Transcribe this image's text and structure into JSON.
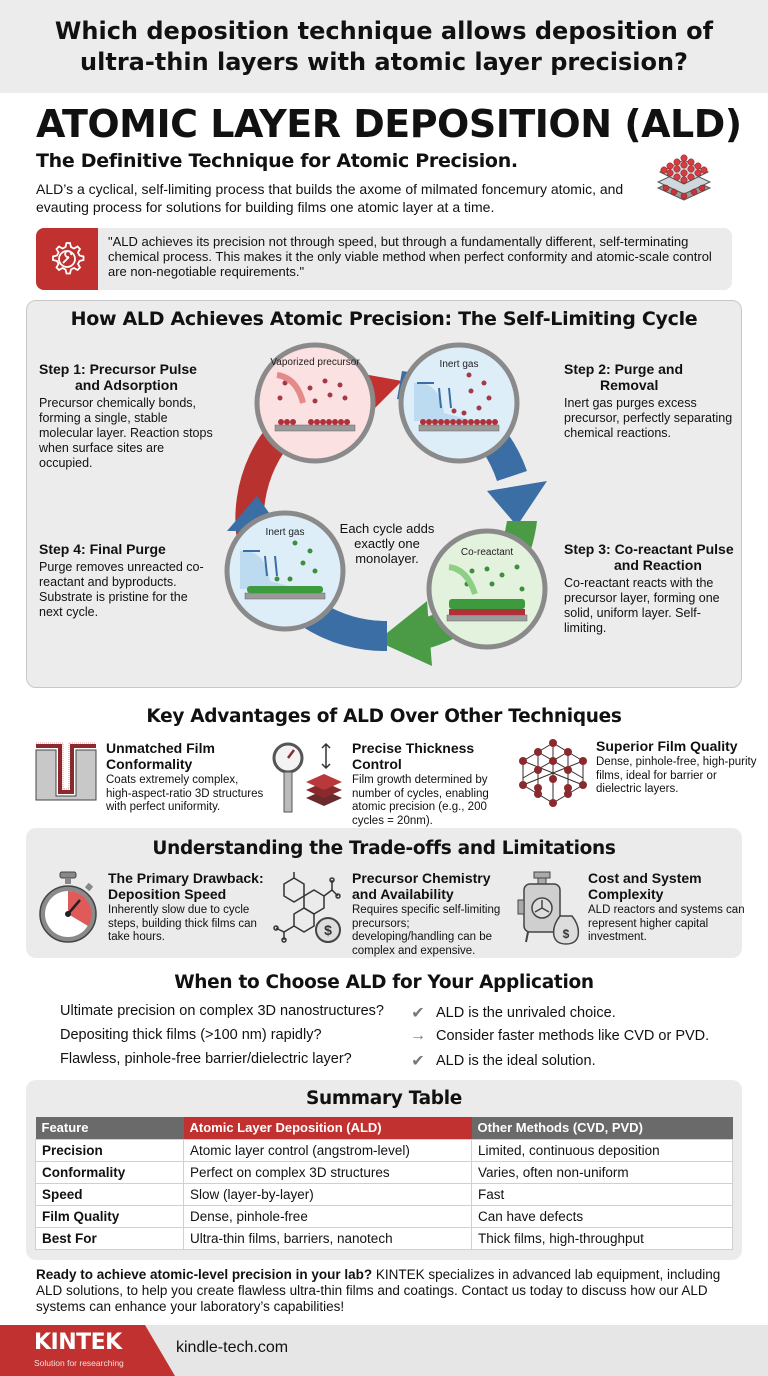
{
  "question": "Which deposition technique allows deposition of ultra-thin layers with atomic layer precision?",
  "header": {
    "title": "ATOMIC LAYER DEPOSITION (ALD)",
    "subtitle": "The Definitive Technique for Atomic Precision.",
    "intro": "ALD’s a cyclical, self-limiting process that builds the axome of milmated foncemury atomic, and evauting process for solutions for building films one atomic layer at a time.",
    "hero_icon": "atomic-layer-stack-icon"
  },
  "quote": {
    "icon": "gear-wrench-icon",
    "text": "\"ALD achieves its precision not through speed, but through a fundamentally different, self-terminating chemical process. This makes it the only viable method when perfect conformity and atomic-scale control are non-negotiable requirements.\""
  },
  "cycle": {
    "title": "How ALD Achieves Atomic Precision: The Self-Limiting Cycle",
    "center_text": "Each cycle adds exactly one monolayer.",
    "steps": [
      {
        "title_a": "Step 1: Precursor Pulse",
        "title_b": "and Adsorption",
        "text": "Precursor chemically bonds, forming a single, stable molecular layer. Reaction stops when surface sites are occupied.",
        "circle_label": "Vaporized precursor"
      },
      {
        "title_a": "Step 2: Purge and",
        "title_b": "Removal",
        "text": "Inert gas purges excess precursor, perfectly separating chemical reactions.",
        "circle_label": "Inert gas"
      },
      {
        "title_a": "Step 3: Co-reactant Pulse",
        "title_b": "and Reaction",
        "text": "Co-reactant reacts with the precursor layer, forming one solid, uniform layer. Self-limiting.",
        "circle_label": "Co-reactant"
      },
      {
        "title_a": "Step 4: Final Purge",
        "title_b": "",
        "text": "Purge removes unreacted co-reactant and byproducts. Substrate is pristine for the next cycle.",
        "circle_label": "Inert gas"
      }
    ],
    "colors": {
      "red": "#c0312f",
      "blue": "#3a6ea5",
      "green": "#4a9a46"
    }
  },
  "advantages": {
    "title": "Key Advantages of ALD Over Other Techniques",
    "items": [
      {
        "icon": "trench-conformal-coating-icon",
        "title": "Unmatched Film Conformality",
        "text": "Coats extremely complex, high-aspect-ratio 3D structures with perfect uniformity."
      },
      {
        "icon": "thickness-gauge-icon",
        "title": "Precise Thickness Control",
        "text": "Film growth determined by number of cycles, enabling atomic precision (e.g., 200 cycles = 20nm)."
      },
      {
        "icon": "lattice-network-icon",
        "title": "Superior Film Quality",
        "text": "Dense, pinhole-free, high-purity films, ideal for barrier or dielectric layers."
      }
    ]
  },
  "tradeoffs": {
    "title": "Understanding the Trade-offs and Limitations",
    "items": [
      {
        "icon": "stopwatch-icon",
        "title": "The Primary Drawback: Deposition Speed",
        "text": "Inherently slow due to cycle steps, building thick films can take hours."
      },
      {
        "icon": "molecule-cost-icon",
        "title": "Precursor Chemistry and Availability",
        "text": "Requires specific self-limiting precursors; developing/handling can be complex and expensive."
      },
      {
        "icon": "reactor-money-bag-icon",
        "title": "Cost and System Complexity",
        "text": "ALD reactors and systems can represent higher capital investment."
      }
    ]
  },
  "choose": {
    "title": "When to Choose ALD for Your Application",
    "rows": [
      {
        "question": "Ultimate precision on complex 3D nanostructures?",
        "icon": "check-circle-icon",
        "answer": "ALD is the unrivaled choice."
      },
      {
        "question": "Depositing thick films (>100 nm) rapidly?",
        "icon": "arrow-right-icon",
        "answer": "Consider faster methods like CVD or PVD."
      },
      {
        "question": "Flawless, pinhole-free barrier/dielectric layer?",
        "icon": "check-circle-icon",
        "answer": "ALD is the ideal solution."
      }
    ]
  },
  "summary": {
    "title": "Summary Table",
    "headers": [
      "Feature",
      "Atomic Layer Deposition (ALD)",
      "Other Methods (CVD, PVD)"
    ],
    "rows": [
      [
        "Precision",
        "Atomic layer control (angstrom-level)",
        "Limited, continuous deposition"
      ],
      [
        "Conformality",
        "Perfect on complex 3D structures",
        "Varies, often non-uniform"
      ],
      [
        "Speed",
        "Slow (layer-by-layer)",
        "Fast"
      ],
      [
        "Film Quality",
        "Dense, pinhole-free",
        "Can have defects"
      ],
      [
        "Best For",
        "Ultra-thin films, barriers, nanotech",
        "Thick films, high-throughput"
      ]
    ]
  },
  "cta": {
    "bold": "Ready to achieve atomic-level precision in your lab?",
    "text": " KINTEK specializes in advanced lab equipment, including ALD solutions, to help you create flawless ultra-thin films and coatings. Contact us today to discuss how our ALD systems can enhance your laboratory’s capabilities!"
  },
  "footer": {
    "brand": "KINTEK",
    "tagline": "Solution for researching",
    "url": "kindle-tech.com",
    "brand_color": "#c0312f"
  }
}
